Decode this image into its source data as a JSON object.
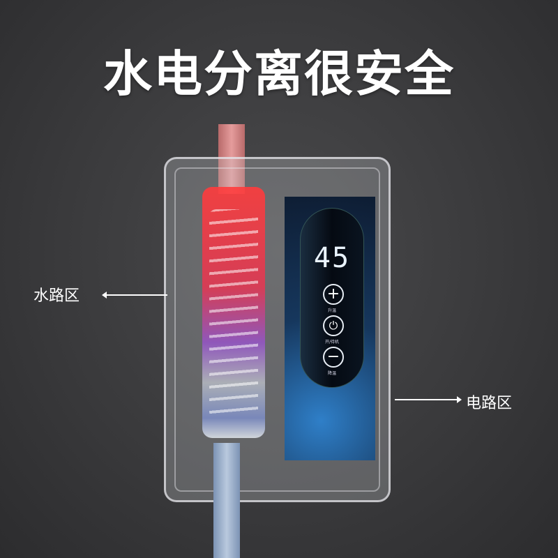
{
  "title": "水电分离很安全",
  "callouts": {
    "water": "水路区",
    "electric": "电路区"
  },
  "panel": {
    "temperature": "45",
    "buttons": [
      {
        "icon": "plus-icon",
        "label": "升温"
      },
      {
        "icon": "power-icon",
        "label": "开/待机"
      },
      {
        "icon": "minus-icon",
        "label": "降温"
      }
    ]
  }
}
